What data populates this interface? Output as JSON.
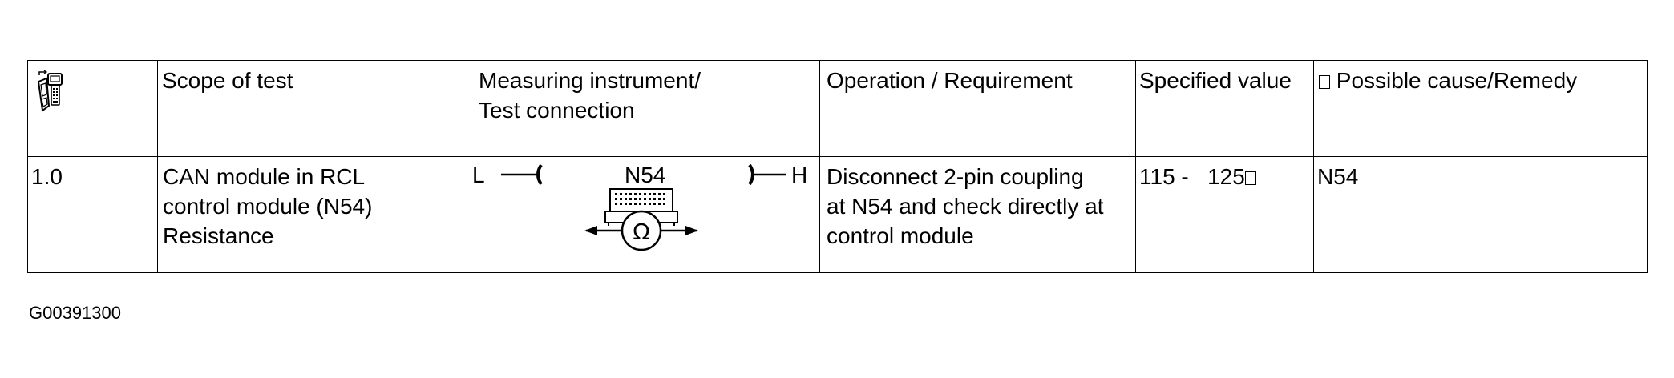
{
  "table": {
    "header": {
      "scope": "Scope of test",
      "instrument_line1": "Measuring instrument/",
      "instrument_line2": "Test connection",
      "operation": "Operation / Requirement",
      "specified": "Specified value",
      "cause": "Possible   cause/Remedy"
    },
    "rows": [
      {
        "step": "1.0",
        "scope_line1": "CAN module in RCL",
        "scope_line2": "control module (N54)",
        "scope_line3": "Resistance",
        "diagram": {
          "left_label": "L",
          "right_label": "H",
          "module_label": "N54",
          "meter_symbol": "Ω"
        },
        "operation_line1": "Disconnect 2-pin coupling",
        "operation_line2": "at N54 and check directly at",
        "operation_line3": "control module",
        "specified_value": "115 -   125",
        "cause": "N54"
      }
    ]
  },
  "footer": {
    "code": "G00391300"
  },
  "icons": {
    "tester": "tester-device-icon",
    "unit_box": "unit-box-icon",
    "cause_box": "checkbox-icon"
  },
  "colors": {
    "text": "#000000",
    "lines": "#000000",
    "background": "#ffffff"
  }
}
